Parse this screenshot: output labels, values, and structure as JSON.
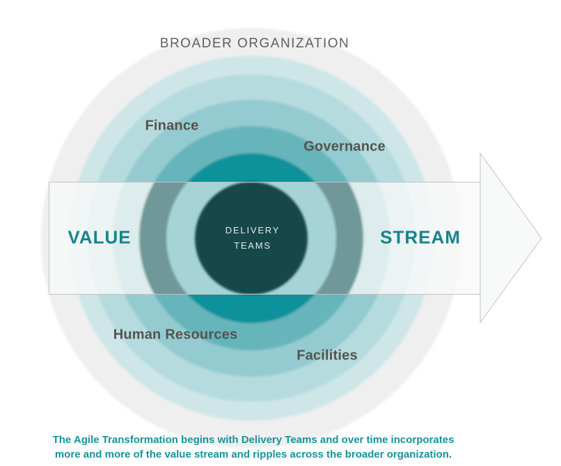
{
  "diagram": {
    "outer_label": "BROADER ORGANIZATION",
    "center_circle": {
      "line1": "DELIVERY",
      "line2": "TEAMS",
      "color": "#174649",
      "text_color": "#e0ecec"
    },
    "value_stream": {
      "left_label": "VALUE",
      "right_label": "STREAM",
      "text_color": "#17838d",
      "band_fill": "#fafafa",
      "arrow_fill": "#f8f9f9",
      "outline_color": "#c2c4c4"
    },
    "rings": [
      {
        "name": "broader-organization-circle",
        "color": "#efefef",
        "band_color": "#f6f7f7"
      },
      {
        "name": "ripple-ring-5",
        "color": "#cee6e8",
        "band_color": "#f2f6f6"
      },
      {
        "name": "ripple-ring-4",
        "color": "#b5dbde",
        "band_color": "#ebf3f3"
      },
      {
        "name": "ripple-ring-3",
        "color": "#94cbd0",
        "band_color": "#ddecec"
      },
      {
        "name": "ripple-ring-2",
        "color": "#66b5bb",
        "band_color": "#6f9899"
      },
      {
        "name": "ripple-ring-1",
        "color": "#11919a",
        "band_color": "#a6d3d5"
      }
    ],
    "department_labels": [
      {
        "label": "Finance"
      },
      {
        "label": "Governance"
      },
      {
        "label": "Human Resources"
      },
      {
        "label": "Facilities"
      }
    ],
    "label_color": "#56524f",
    "caption": {
      "line1": "The Agile Transformation begins with Delivery Teams and over time incorporates",
      "line2": "more and more of the value stream and ripples across the broader organization.",
      "color": "#17929b"
    }
  }
}
